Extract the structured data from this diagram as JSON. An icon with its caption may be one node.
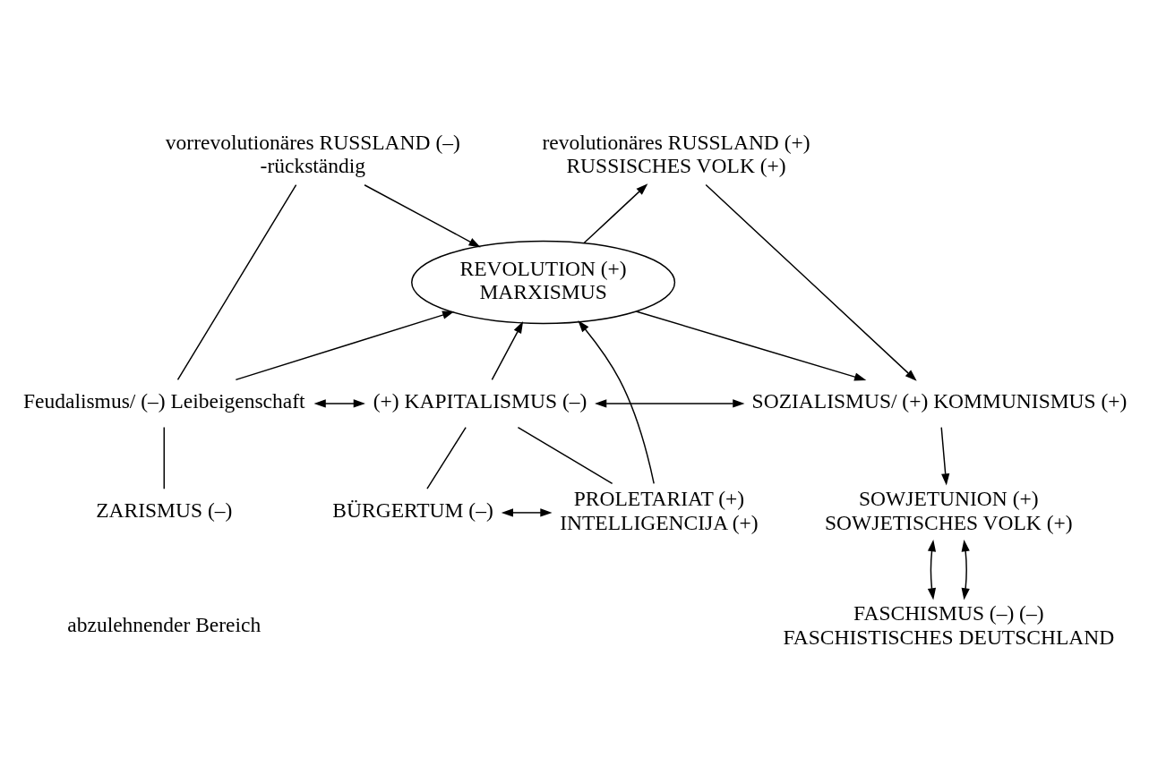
{
  "diagram": {
    "nodes": [
      {
        "text": [
          "vorrevolutionäres RUSSLAND (–)",
          "-rückständig"
        ]
      },
      {
        "text": [
          "revolutionäres RUSSLAND (+)",
          "RUSSISCHES VOLK (+)"
        ]
      },
      {
        "text": [
          "REVOLUTION (+)",
          "MARXISMUS"
        ]
      },
      {
        "text": [
          "Feudalismus/ (–) Leibeigenschaft"
        ]
      },
      {
        "text": [
          "(+) KAPITALISMUS (–)"
        ]
      },
      {
        "text": [
          "SOZIALISMUS/ (+) KOMMUNISMUS (+)"
        ]
      },
      {
        "text": [
          "ZARISMUS (–)"
        ]
      },
      {
        "text": [
          "BÜRGERTUM (–)"
        ]
      },
      {
        "text": [
          "PROLETARIAT (+)",
          "INTELLIGENCIJA (+)"
        ]
      },
      {
        "text": [
          "SOWJETUNION (+)",
          "SOWJETISCHES VOLK (+)"
        ]
      },
      {
        "text": [
          "FASCHISMUS (–) (–)",
          "FASCHISTISCHES DEUTSCHLAND"
        ]
      }
    ],
    "edges": [
      {
        "from": 0,
        "to": 2,
        "arrow": "to"
      },
      {
        "from": 0,
        "to": 3,
        "arrow": "none"
      },
      {
        "from": 3,
        "to": 2,
        "arrow": "to"
      },
      {
        "from": 4,
        "to": 2,
        "arrow": "to"
      },
      {
        "from": 2,
        "to": 1,
        "arrow": "to"
      },
      {
        "from": 1,
        "to": 5,
        "arrow": "to"
      },
      {
        "from": 2,
        "to": 5,
        "arrow": "to"
      },
      {
        "from": 3,
        "to": 4,
        "arrow": "both"
      },
      {
        "from": 4,
        "to": 5,
        "arrow": "both"
      },
      {
        "from": 8,
        "to": 2,
        "arrow": "to"
      },
      {
        "from": 3,
        "to": 6,
        "arrow": "none"
      },
      {
        "from": 4,
        "to": 7,
        "arrow": "none"
      },
      {
        "from": 4,
        "to": 8,
        "arrow": "none"
      },
      {
        "from": 7,
        "to": 8,
        "arrow": "both"
      },
      {
        "from": 5,
        "to": 9,
        "arrow": "to"
      },
      {
        "from": 9,
        "to": 10,
        "arrow": "both"
      },
      {
        "from": 9,
        "to": 10,
        "arrow": "both"
      }
    ],
    "labels": [
      "abzulehnender Bereich"
    ]
  }
}
